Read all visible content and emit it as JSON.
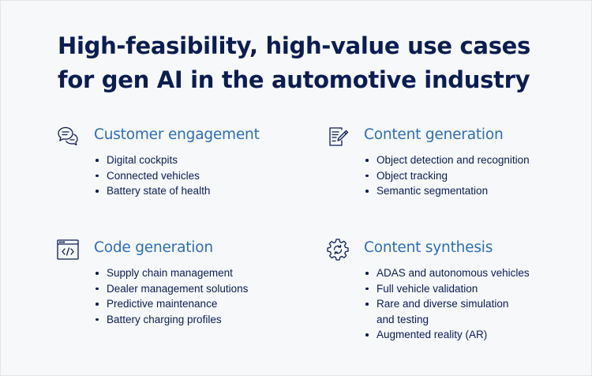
{
  "title": {
    "line1": "High-feasibility, high-value use cases",
    "line2": "for gen AI in the automotive industry"
  },
  "colors": {
    "heading": "#0b1d51",
    "accent": "#2d6fb3",
    "background": "#f7f8fa"
  },
  "sections": [
    {
      "icon": "chat-bubbles-icon",
      "heading": "Customer engagement",
      "items": [
        "Digital cockpits",
        "Connected vehicles",
        "Battery state of health"
      ]
    },
    {
      "icon": "document-edit-icon",
      "heading": "Content generation",
      "items": [
        "Object detection and recognition",
        "Object tracking",
        "Semantic segmentation"
      ]
    },
    {
      "icon": "code-window-icon",
      "heading": "Code generation",
      "items": [
        "Supply chain management",
        "Dealer management solutions",
        "Predictive maintenance",
        "Battery charging profiles"
      ]
    },
    {
      "icon": "gear-sync-icon",
      "heading": "Content synthesis",
      "items": [
        "ADAS and autonomous vehicles",
        "Full vehicle validation",
        "Rare and diverse simulation and testing",
        "Augmented reality (AR)"
      ]
    }
  ]
}
